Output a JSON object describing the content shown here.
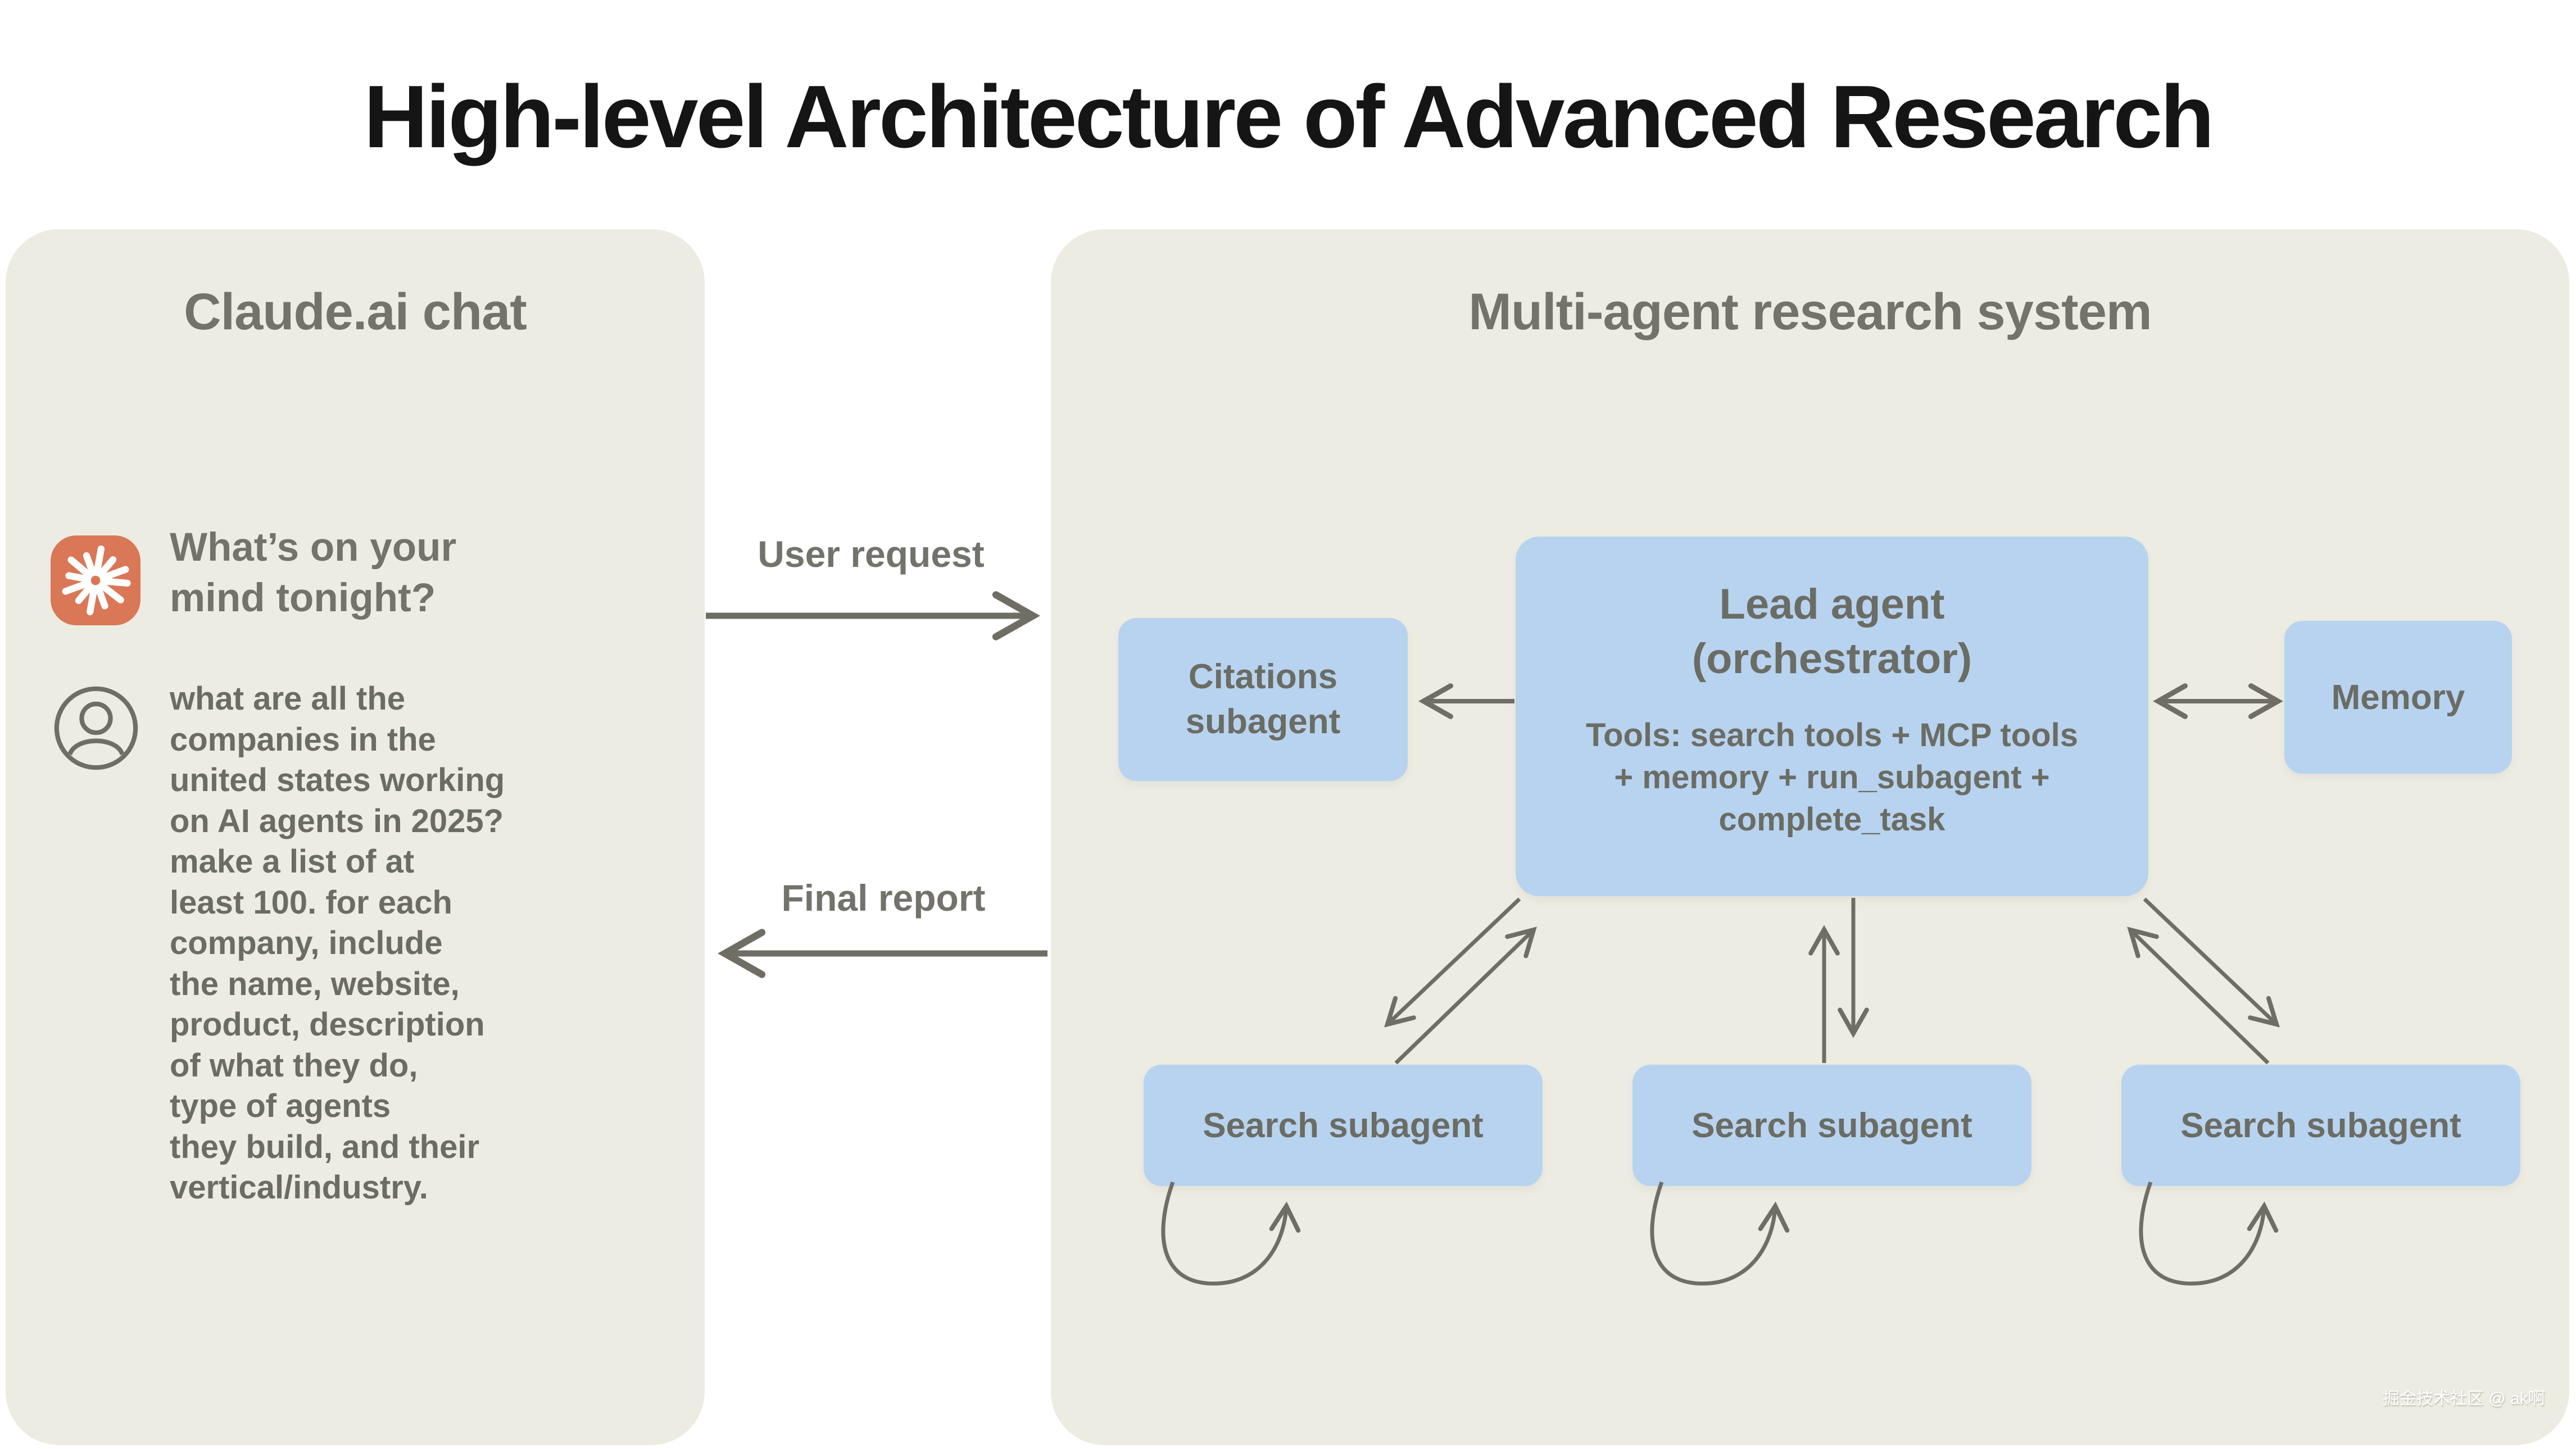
{
  "title": "High-level Architecture of Advanced Research",
  "claude_panel": {
    "heading": "Claude.ai chat",
    "prompt_heading": "What’s on your mind tonight?",
    "user_query_lines": [
      "what are all the",
      "companies in the",
      "united states working",
      "on AI agents in 2025?",
      "make a list of at",
      "least 100. for each",
      "company, include",
      "the name, website,",
      "product, description",
      "of what they do,",
      "type of agents",
      "they build, and their",
      "vertical/industry."
    ]
  },
  "flow": {
    "user_request_label": "User request",
    "final_report_label": "Final report"
  },
  "system_panel": {
    "heading": "Multi-agent research system",
    "lead_agent": {
      "title_lines": [
        "Lead agent",
        "(orchestrator)"
      ],
      "tools_lines": [
        "Tools: search tools + MCP tools",
        "+ memory + run_subagent +",
        "complete_task"
      ]
    },
    "citations_lines": [
      "Citations",
      "subagent"
    ],
    "memory_label": "Memory",
    "search_agents": [
      "Search subagent",
      "Search subagent",
      "Search subagent"
    ]
  },
  "icons": {
    "claude_logo": "claude-starburst-icon",
    "user": "user-avatar-icon"
  },
  "watermark": "掘金技术社区 @ ak啊",
  "colors": {
    "panel_bg": "#EDECE3",
    "box_blue": "#B7D3EF",
    "heading_gray": "#73736B",
    "text_gray": "#6B6C64",
    "arrow_gray": "#6E6E65",
    "title_black": "#151515",
    "claude_orange": "#D97757",
    "watermark_white": "#FFFFFF"
  }
}
